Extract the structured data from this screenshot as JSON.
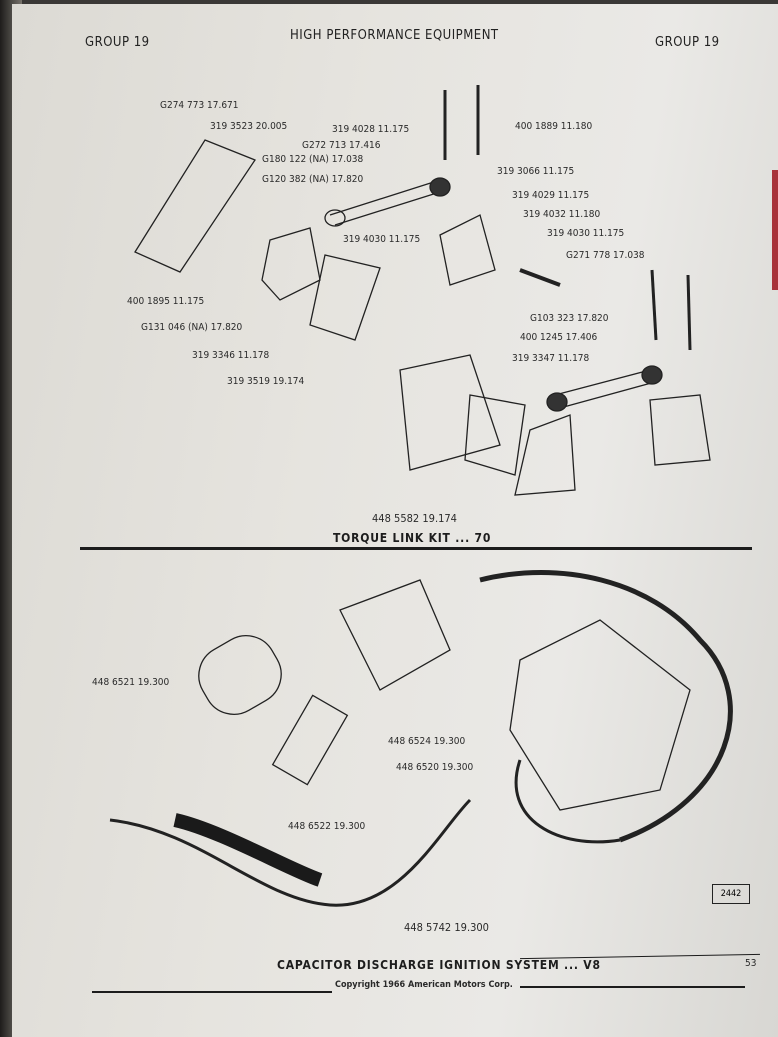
{
  "header": {
    "left": "GROUP 19",
    "title": "HIGH PERFORMANCE EQUIPMENT",
    "right": "GROUP 19"
  },
  "torque_labels": [
    "G274 773   17.671",
    "319 3523   20.005",
    "G272 713   17.416",
    "G180 122 (NA)   17.038",
    "G120 382 (NA)   17.820",
    "319 4028   11.175",
    "400 1889   11.180",
    "319 3066   11.175",
    "319 4029   11.175",
    "319 4032   11.180",
    "319 4030   11.175",
    "319 4030   11.175",
    "G271 778   17.038",
    "400 1895   11.175",
    "G131 046 (NA)   17.820",
    "319 3346   11.178",
    "319 3519   19.174",
    "G103 323   17.820",
    "400 1245   17.406",
    "319 3347   11.178"
  ],
  "torque_kit": {
    "part": "448 5582   19.174",
    "caption": "TORQUE LINK KIT ... 70"
  },
  "ignition_labels": [
    "448 6521   19.300",
    "448 6524   19.300",
    "448 6520   19.300",
    "448 6522   19.300",
    "448 5742   19.300"
  ],
  "ignition_caption": "CAPACITOR DISCHARGE IGNITION SYSTEM ... V8",
  "figure_number": "2442",
  "page_number": "53",
  "copyright": "Copyright 1966 American Motors Corp."
}
